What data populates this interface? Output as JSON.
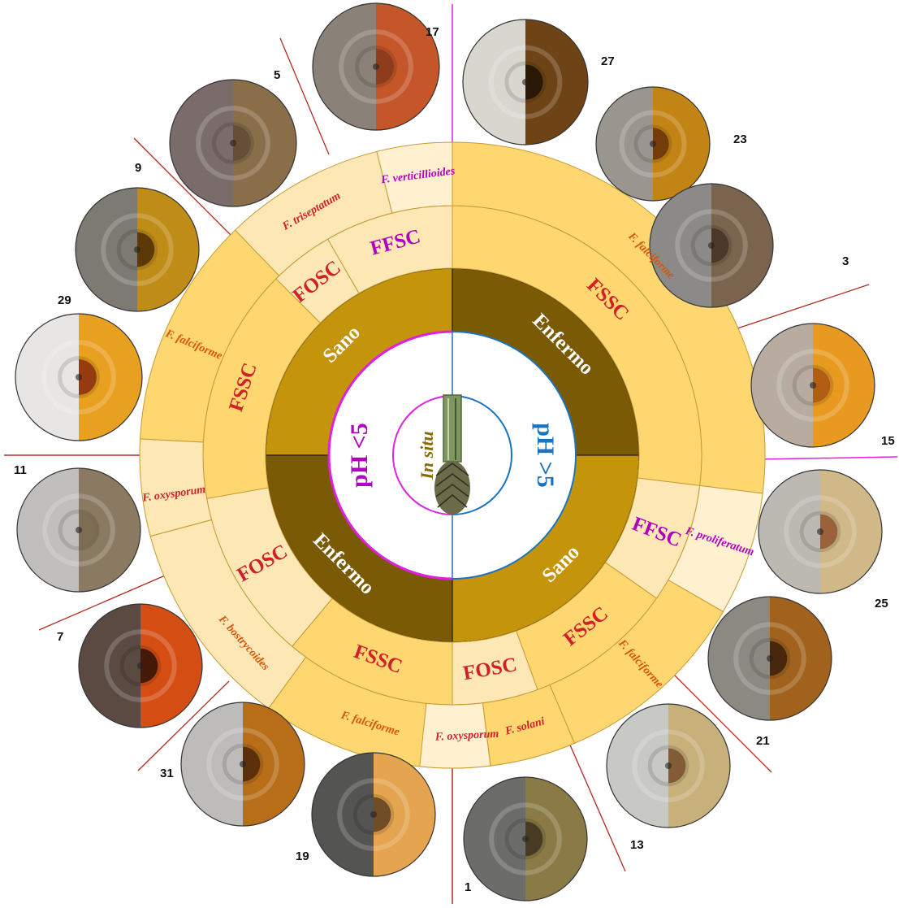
{
  "colors": {
    "ring_species": "#fde7b5",
    "ring_species_alt": "#fff0cf",
    "ring_complex": "#ffd770",
    "ring_complex_alt": "#fde7b5",
    "state_dark": "#7a5a04",
    "state_light": "#c4950a",
    "red_text": "#d0202a",
    "orange_text": "#d4560a",
    "magenta_text": "#b000c0",
    "blue": "#1b73c0",
    "magenta": "#e020e0",
    "divider": "#b22a22"
  },
  "center": {
    "label": "In situ",
    "ph_low": "pH <5",
    "ph_high": "pH >5"
  },
  "states": [
    {
      "label": "Sano"
    },
    {
      "label": "Enfermo"
    },
    {
      "label": "Sano"
    },
    {
      "label": "Enfermo"
    }
  ],
  "complexes": [
    {
      "label": "FFSC"
    },
    {
      "label": "FSSC"
    },
    {
      "label": "FFSC"
    },
    {
      "label": "FSSC"
    },
    {
      "label": "FOSC"
    },
    {
      "label": "FSSC"
    },
    {
      "label": "FOSC"
    },
    {
      "label": "FSSC"
    },
    {
      "label": "FOSC"
    }
  ],
  "species": [
    {
      "label": "F. verticillioides"
    },
    {
      "label": "F. falciforme"
    },
    {
      "label": "F. proliferatum"
    },
    {
      "label": "F. falciforme"
    },
    {
      "label": "F. solani"
    },
    {
      "label": "F. oxysporum"
    },
    {
      "label": "F. falciforme"
    },
    {
      "label": "F. bostrycoides"
    },
    {
      "label": "F. oxysporum"
    },
    {
      "label": "F. falciforme"
    },
    {
      "label": "F. triseptatum"
    }
  ],
  "isolates": [
    {
      "number": "17"
    },
    {
      "number": "27"
    },
    {
      "number": "23"
    },
    {
      "number": "3"
    },
    {
      "number": "15"
    },
    {
      "number": "25"
    },
    {
      "number": "21"
    },
    {
      "number": "13"
    },
    {
      "number": "1"
    },
    {
      "number": "19"
    },
    {
      "number": "31"
    },
    {
      "number": "7"
    },
    {
      "number": "11"
    },
    {
      "number": "29"
    },
    {
      "number": "9"
    },
    {
      "number": "5"
    }
  ]
}
